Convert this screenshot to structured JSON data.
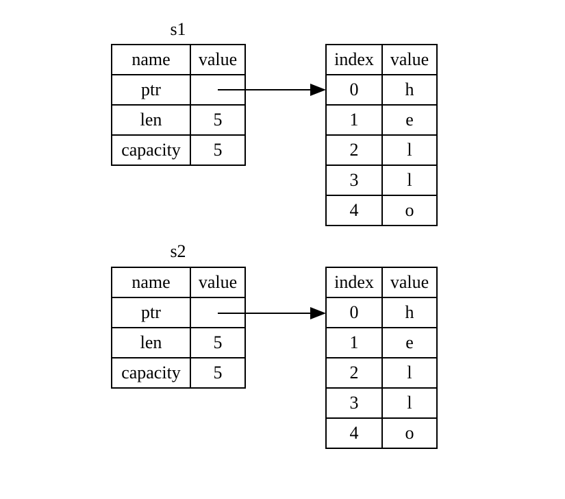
{
  "diagram": {
    "strings": [
      {
        "label": "s1",
        "stack": {
          "headers": [
            "name",
            "value"
          ],
          "rows": [
            {
              "name": "ptr",
              "value": ""
            },
            {
              "name": "len",
              "value": "5"
            },
            {
              "name": "capacity",
              "value": "5"
            }
          ]
        },
        "heap": {
          "headers": [
            "index",
            "value"
          ],
          "rows": [
            {
              "index": "0",
              "value": "h"
            },
            {
              "index": "1",
              "value": "e"
            },
            {
              "index": "2",
              "value": "l"
            },
            {
              "index": "3",
              "value": "l"
            },
            {
              "index": "4",
              "value": "o"
            }
          ]
        }
      },
      {
        "label": "s2",
        "stack": {
          "headers": [
            "name",
            "value"
          ],
          "rows": [
            {
              "name": "ptr",
              "value": ""
            },
            {
              "name": "len",
              "value": "5"
            },
            {
              "name": "capacity",
              "value": "5"
            }
          ]
        },
        "heap": {
          "headers": [
            "index",
            "value"
          ],
          "rows": [
            {
              "index": "0",
              "value": "h"
            },
            {
              "index": "1",
              "value": "e"
            },
            {
              "index": "2",
              "value": "l"
            },
            {
              "index": "3",
              "value": "l"
            },
            {
              "index": "4",
              "value": "o"
            }
          ]
        }
      }
    ]
  }
}
